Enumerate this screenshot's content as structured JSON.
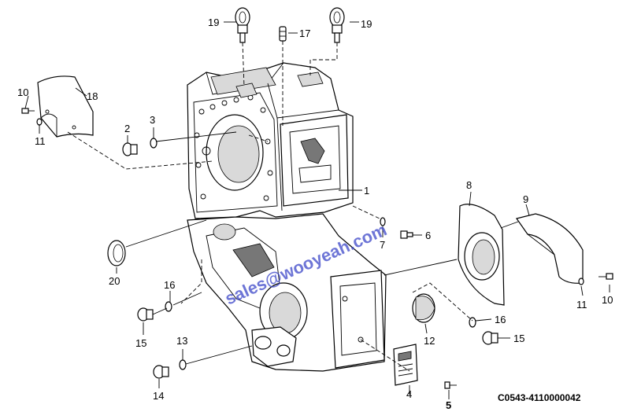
{
  "drawing_code": "C0543-4110000042",
  "watermark": "sales@wooyeah.com",
  "callouts": {
    "c1": "1",
    "c2": "2",
    "c3": "3",
    "c4": "4",
    "c5": "5",
    "c6": "6",
    "c7": "7",
    "c8": "8",
    "c9": "9",
    "c10a": "10",
    "c10b": "10",
    "c11a": "11",
    "c11b": "11",
    "c12": "12",
    "c13": "13",
    "c14": "14",
    "c15a": "15",
    "c15b": "15",
    "c16a": "16",
    "c16b": "16",
    "c17": "17",
    "c18": "18",
    "c19a": "19",
    "c19b": "19",
    "c20": "20"
  }
}
